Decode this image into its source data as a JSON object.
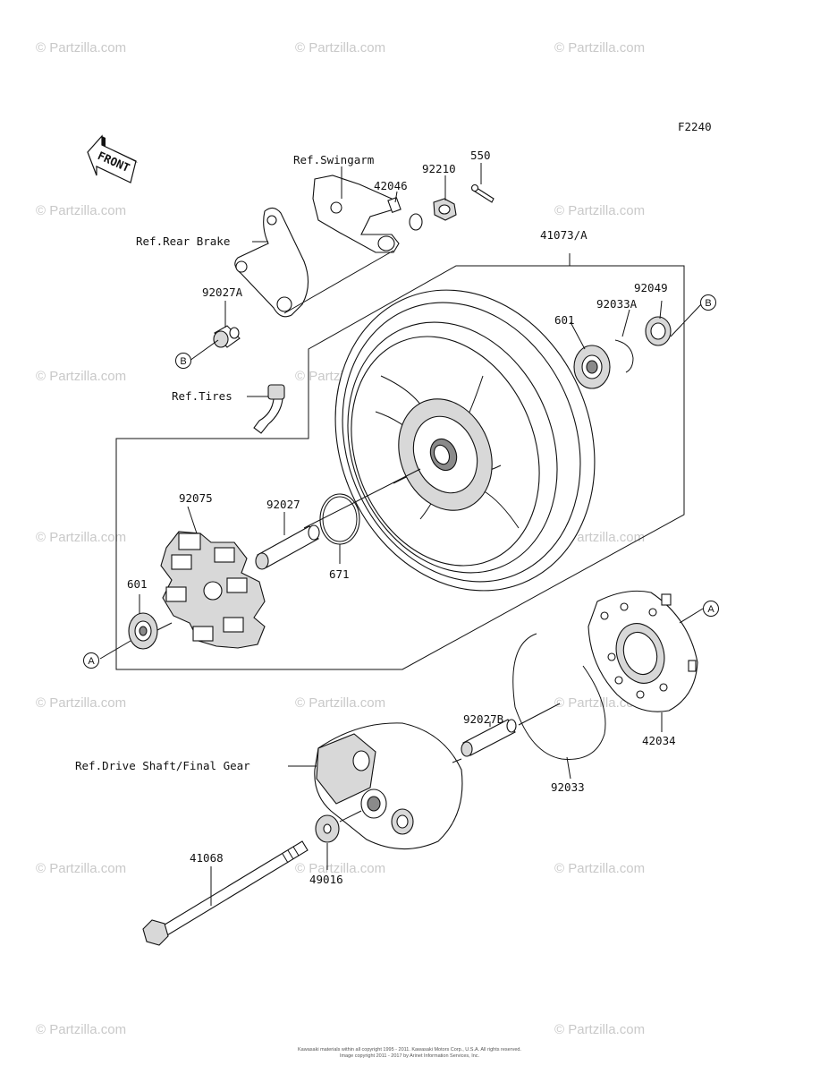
{
  "figure_code": "F2240",
  "front_label": "FRONT",
  "parts": {
    "p550": "550",
    "p92210": "92210",
    "p42046": "42046",
    "p41073A": "41073/A",
    "p92049": "92049",
    "p92033A": "92033A",
    "p601_top": "601",
    "p92027A": "92027A",
    "p92075": "92075",
    "p92027": "92027",
    "p671": "671",
    "p601_left": "601",
    "p92027B": "92027B",
    "p42034": "42034",
    "p92033": "92033",
    "p41068": "41068",
    "p49016": "49016"
  },
  "refs": {
    "swingarm": "Ref.Swingarm",
    "rear_brake": "Ref.Rear Brake",
    "tires": "Ref.Tires",
    "drive_shaft": "Ref.Drive Shaft/Final Gear"
  },
  "markers": {
    "a": "A",
    "b": "B"
  },
  "watermark": "© Partzilla.com",
  "footer_line1": "Kawasaki materials within all copyright 1995 - 2011. Kawasaki Motors Corp., U.S.A. All rights reserved.",
  "footer_line2": "Image copyright 2011 - 2017 by Arinet Information Services, Inc."
}
